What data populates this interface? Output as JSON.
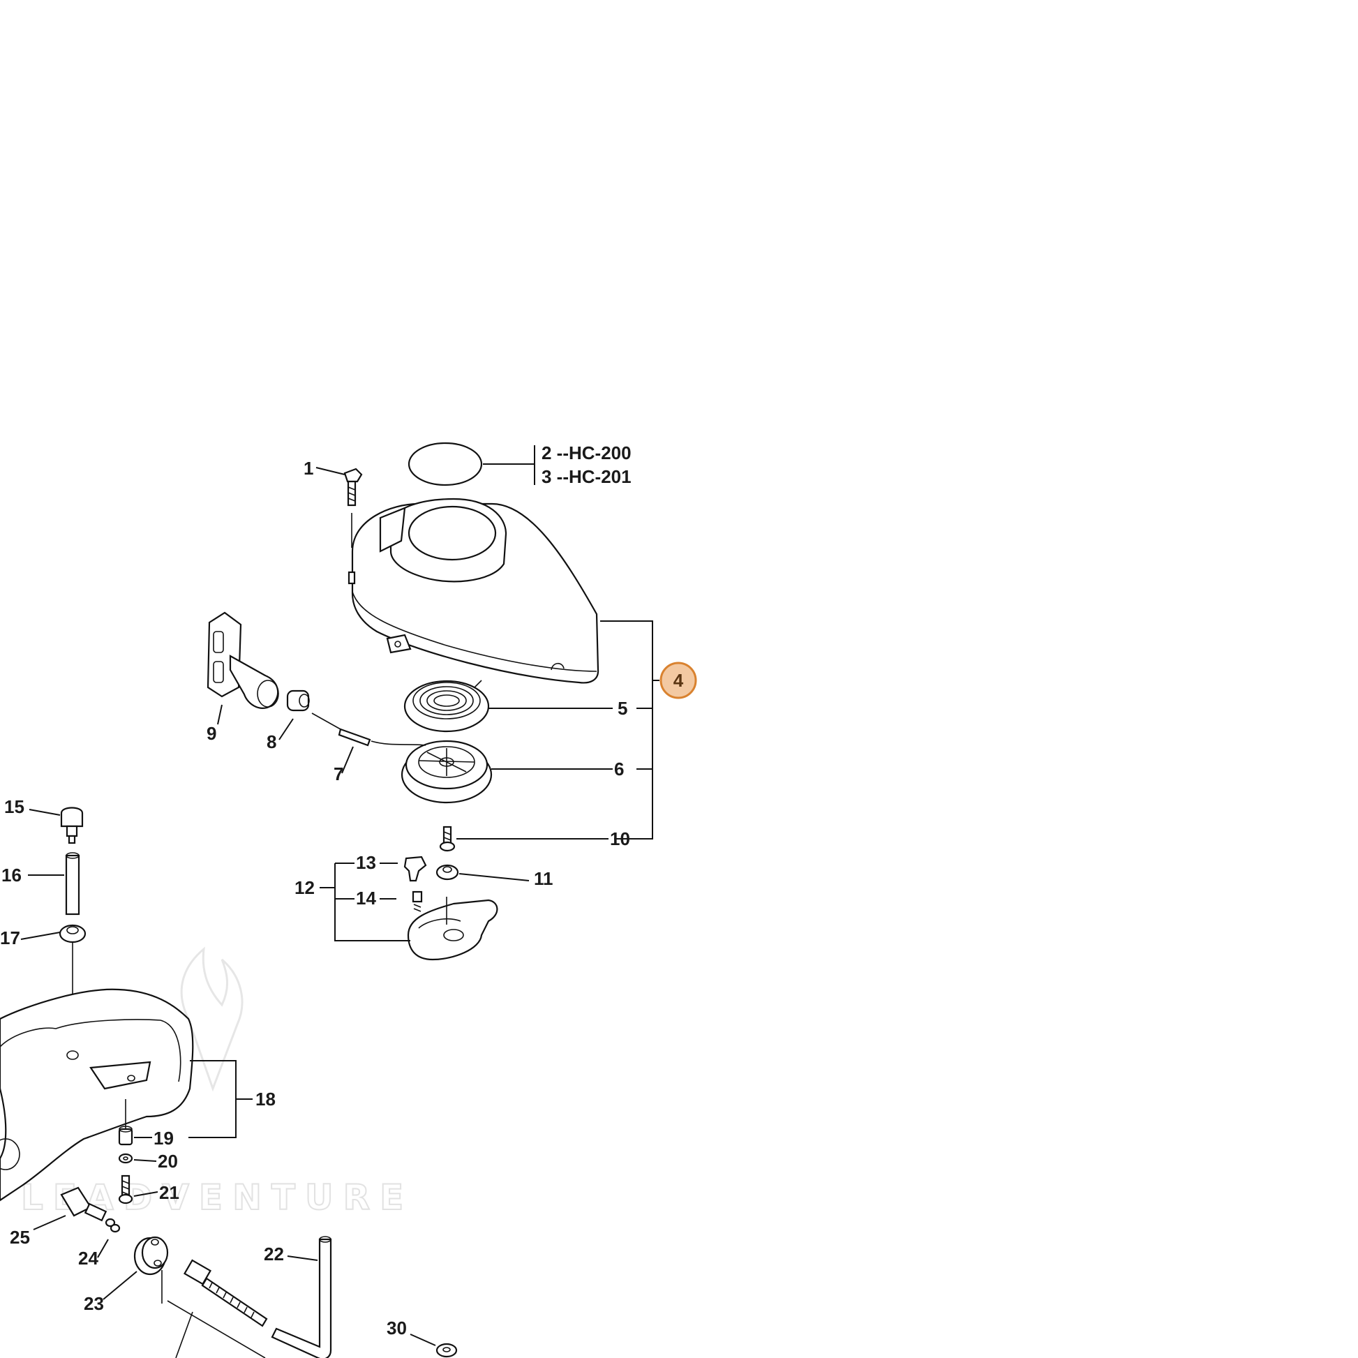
{
  "callouts": {
    "c1": "1",
    "c2": "2 --HC-200",
    "c3": "3 --HC-201",
    "c4": "4",
    "c5": "5",
    "c6": "6",
    "c7": "7",
    "c8": "8",
    "c9": "9",
    "c10": "10",
    "c11": "11",
    "c12": "12",
    "c13": "13",
    "c14": "14",
    "c15": "15",
    "c16": "16",
    "c17": "17",
    "c18": "18",
    "c19": "19",
    "c20": "20",
    "c21": "21",
    "c22": "22",
    "c23": "23",
    "c24": "24",
    "c25": "25",
    "c30": "30"
  },
  "highlight": {
    "part": "4",
    "fill": "#f3c9a2",
    "stroke": "#d9822f"
  },
  "watermark": "LEADVENTURE"
}
